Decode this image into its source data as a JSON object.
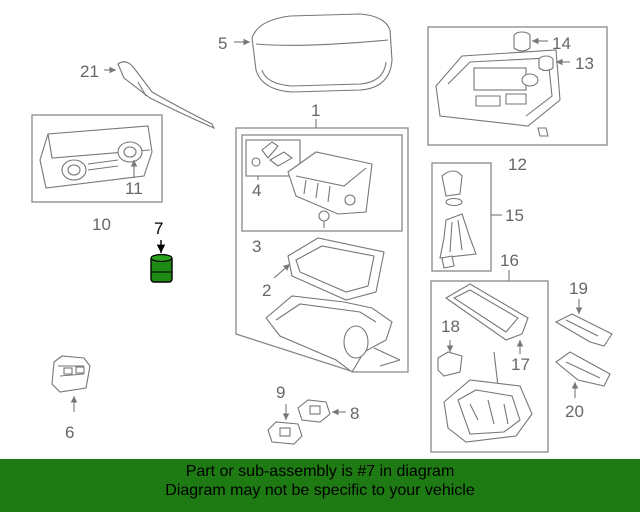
{
  "diagram": {
    "callouts": [
      "1",
      "2",
      "3",
      "4",
      "5",
      "6",
      "7",
      "8",
      "9",
      "10",
      "11",
      "12",
      "13",
      "14",
      "15",
      "16",
      "17",
      "18",
      "19",
      "20",
      "21"
    ],
    "highlight": "7",
    "highlight_color": "#000000",
    "part_color": "#777777"
  },
  "banner": {
    "line1": "Part or sub-assembly is #7 in diagram",
    "line2": "Diagram may not be specific to your vehicle",
    "background": "#1e7a12"
  }
}
